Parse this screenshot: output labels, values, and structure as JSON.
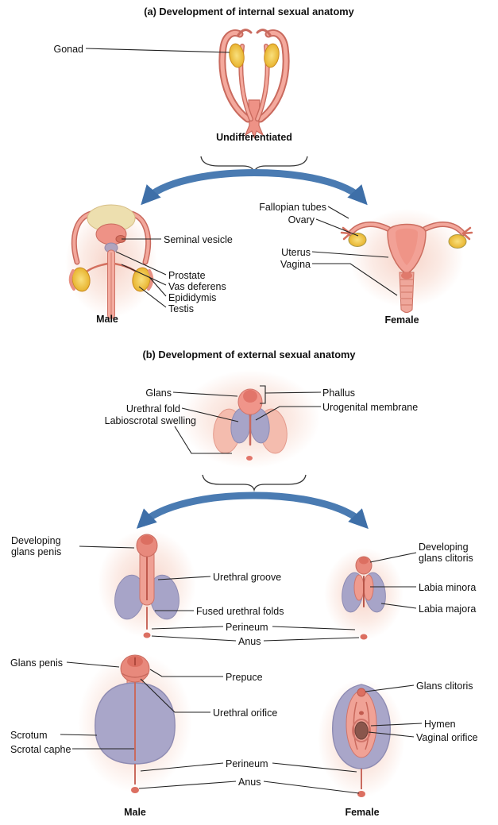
{
  "section_a": {
    "title": "(a) Development of internal sexual anatomy",
    "undifferentiated_labels": {
      "gonad": "Gonad",
      "caption": "Undifferentiated"
    },
    "male_labels": {
      "seminal_vesicle": "Seminal vesicle",
      "prostate": "Prostate",
      "vas_deferens": "Vas deferens",
      "epididymis": "Epididymis",
      "testis": "Testis",
      "caption": "Male"
    },
    "female_labels": {
      "fallopian_tubes": "Fallopian tubes",
      "ovary": "Ovary",
      "uterus": "Uterus",
      "vagina": "Vagina",
      "caption": "Female"
    }
  },
  "section_b": {
    "title": "(b) Development of external sexual anatomy",
    "undifferentiated_labels": {
      "glans": "Glans",
      "urethral_fold": "Urethral fold",
      "labioscrotal_swelling": "Labioscrotal swelling",
      "phallus": "Phallus",
      "urogenital_membrane": "Urogenital membrane"
    },
    "developing_labels": {
      "developing_glans_penis": "Developing glans penis",
      "urethral_groove": "Urethral groove",
      "fused_urethral_folds": "Fused urethral folds",
      "perineum": "Perineum",
      "anus": "Anus",
      "developing_glans_clitoris": "Developing glans clitoris",
      "labia_minora": "Labia minora",
      "labia_majora": "Labia majora"
    },
    "final_labels": {
      "glans_penis": "Glans penis",
      "prepuce": "Prepuce",
      "urethral_orifice": "Urethral orifice",
      "scrotum": "Scrotum",
      "scrotal_raphe": "Scrotal caphe",
      "perineum": "Perineum",
      "anus": "Anus",
      "glans_clitoris": "Glans clitoris",
      "hymen": "Hymen",
      "vaginal_orifice": "Vaginal orifice",
      "male_caption": "Male",
      "female_caption": "Female"
    }
  },
  "colors": {
    "background": "#FFFFFF",
    "arrow_blue": "#4A7BB2",
    "tissue_pink": "#EE9286",
    "tissue_pink_light": "#F4BCAE",
    "gonad_yellow": "#EFBE3B",
    "fold_purple": "#A7A4C8",
    "leader_line": "#222222"
  }
}
